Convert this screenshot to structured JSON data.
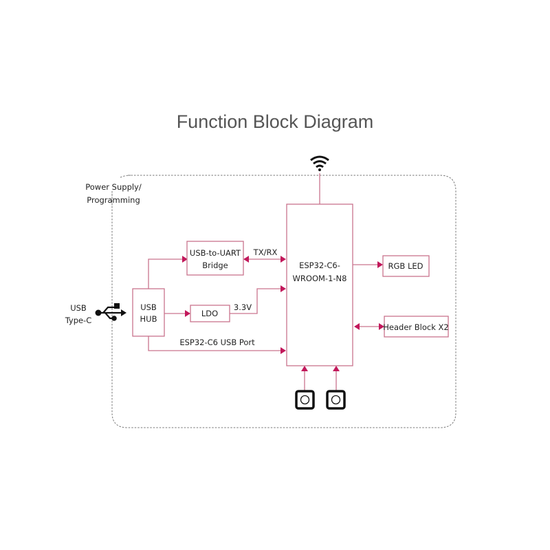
{
  "title": "Function Block Diagram",
  "region_label": [
    "Power Supply/",
    "Programming"
  ],
  "usb_connector_label": [
    "USB",
    "Type-C"
  ],
  "blocks": {
    "usb_hub": [
      "USB",
      "HUB"
    ],
    "usb_uart": [
      "USB-to-UART",
      "Bridge"
    ],
    "ldo": [
      "LDO"
    ],
    "esp32": [
      "ESP32-C6-",
      "WROOM-1-N8"
    ],
    "rgb_led": [
      "RGB LED"
    ],
    "header": [
      "Header Block X2"
    ]
  },
  "connections": {
    "txrx": "TX/RX",
    "v33": "3.3V",
    "usb_port": "ESP32-C6 USB Port"
  },
  "icons": {
    "usb": "usb-icon",
    "wifi": "wifi-icon",
    "button": "push-button-icon"
  },
  "colors": {
    "line": "#c9748d",
    "arrow": "#c2185b",
    "dashed_border": "#777777",
    "title": "#555555"
  }
}
